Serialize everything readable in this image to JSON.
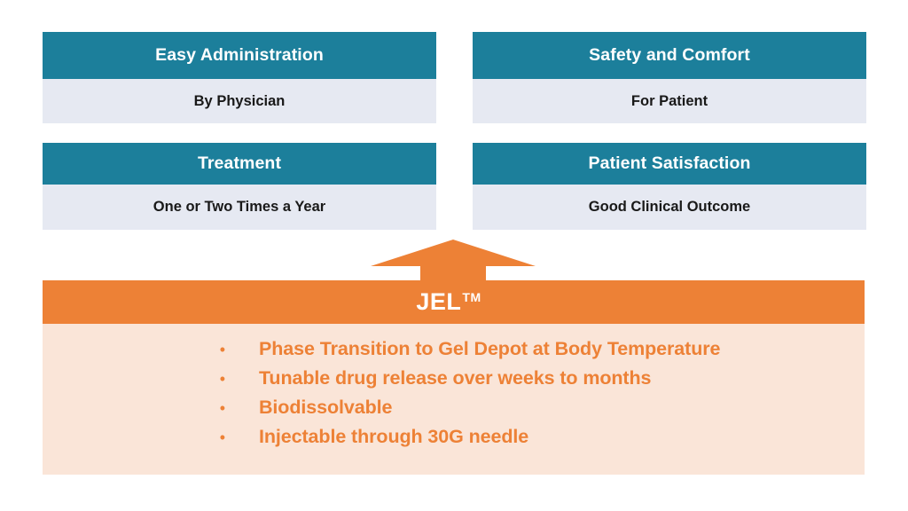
{
  "slide": {
    "background_color": "#FFFFFF",
    "theme": {
      "teal": "#1C7F9B",
      "card_body": "#E6E9F2",
      "orange": "#ED8136",
      "peach": "#FAE5D8",
      "white": "#FFFFFF",
      "body_text": "#191919"
    }
  },
  "benefit_cards": [
    {
      "title": "Easy Administration",
      "detail": "By Physician"
    },
    {
      "title": "Safety and Comfort",
      "detail": "For Patient"
    },
    {
      "title": "Treatment",
      "detail": "One or Two Times a Year"
    },
    {
      "title": "Patient Satisfaction",
      "detail": "Good Clinical Outcome"
    }
  ],
  "arrow": {
    "icon": "up-arrow-icon",
    "direction": "up",
    "color": "#ED8136"
  },
  "product": {
    "name": "JEL",
    "trademark": "TM",
    "bullet_glyph": "•",
    "features": [
      "Phase Transition to Gel Depot at Body Temperature",
      "Tunable drug release over weeks to months",
      "Biodissolvable",
      "Injectable through 30G needle"
    ]
  }
}
